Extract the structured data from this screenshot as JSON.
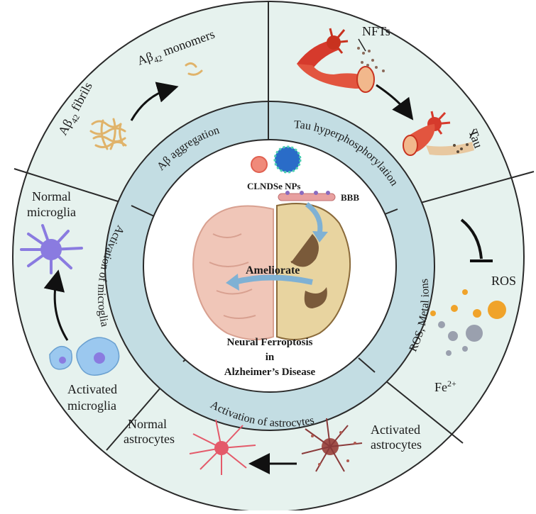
{
  "outer_labels": {
    "ab_fibrils": "Aβ42 fibrils",
    "ab_monomers": "Aβ42 monomers",
    "nfts": "NFTs",
    "tau": "Tau",
    "ros": "ROS",
    "fe": "Fe2+",
    "activated_astrocytes_1": "Activated",
    "activated_astrocytes_2": "astrocytes",
    "normal_astrocytes_1": "Normal",
    "normal_astrocytes_2": "astrocytes",
    "activated_microglia_1": "Activated",
    "activated_microglia_2": "microglia",
    "normal_microglia_1": "Normal",
    "normal_microglia_2": "microglia"
  },
  "ring_labels": {
    "ab_aggregation": "Aβ aggregation",
    "tau_hyper": "Tau hyperphosphorylation",
    "ros_metal": "ROS, Metal ions",
    "activation_astrocytes": "Activation of astrocytes",
    "activation_microglia": "Activation of microglia"
  },
  "center": {
    "nps": "CLNDSe NPs",
    "bbb": "BBB",
    "ameliorate": "Ameliorate",
    "title_1": "Neural Ferroptosis",
    "title_2": "in",
    "title_3": "Alzheimer’s Disease"
  },
  "colors": {
    "outer_fill": "#e6f2ee",
    "ring_fill": "#c3dde3",
    "center_fill": "#ffffff",
    "line": "#2a2a2a",
    "arrow_blue": "#7fb1d4",
    "neuron_red": "#d63a2c",
    "microglia_purple": "#8a7be0",
    "astro_pink": "#e45a6a"
  }
}
